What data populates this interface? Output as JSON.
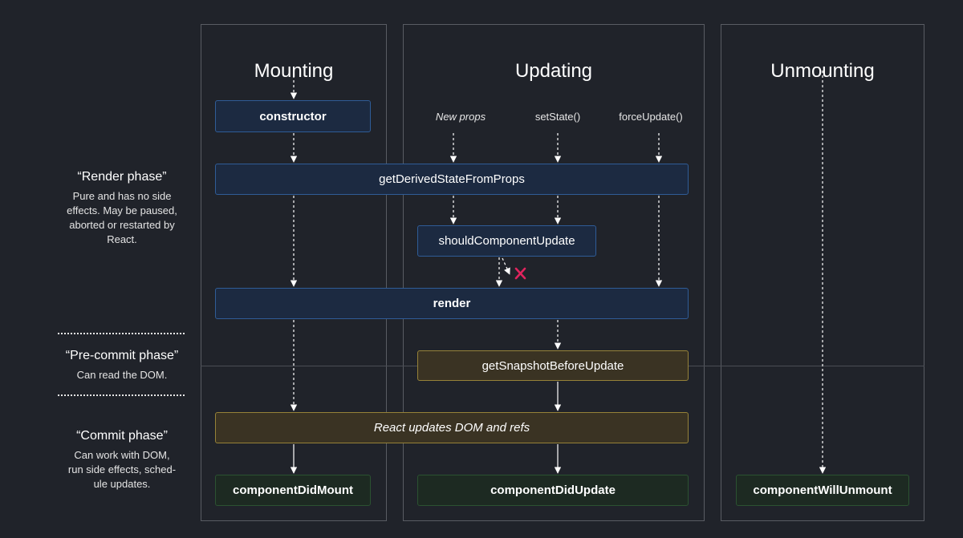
{
  "columns": {
    "mounting": "Mounting",
    "updating": "Updating",
    "unmounting": "Unmounting"
  },
  "phases": {
    "render": {
      "title": "“Render phase”",
      "desc": [
        "Pure and has no side",
        "effects. May be paused,",
        "aborted or restarted by",
        "React."
      ]
    },
    "precommit": {
      "title": "“Pre-commit phase”",
      "desc": [
        "Can read the DOM."
      ]
    },
    "commit": {
      "title": "“Commit phase”",
      "desc": [
        "Can work with DOM,",
        "run side effects, sched-",
        "ule updates."
      ]
    }
  },
  "triggers": {
    "new_props": "New props",
    "set_state": "setState()",
    "force_update": "forceUpdate()"
  },
  "boxes": {
    "constructor": "constructor",
    "gdsfp": "getDerivedStateFromProps",
    "scu": "shouldComponentUpdate",
    "render": "render",
    "gsbu": "getSnapshotBeforeUpdate",
    "react_updates": "React updates DOM and refs",
    "cdm": "componentDidMount",
    "cdu": "componentDidUpdate",
    "cwu": "componentWillUnmount"
  },
  "colors": {
    "background": "#20232a",
    "render_phase_box": "#1c2a41",
    "precommit_box": "#3a3323",
    "commit_box": "#1d2a22",
    "blocked_mark": "#e0245e"
  }
}
